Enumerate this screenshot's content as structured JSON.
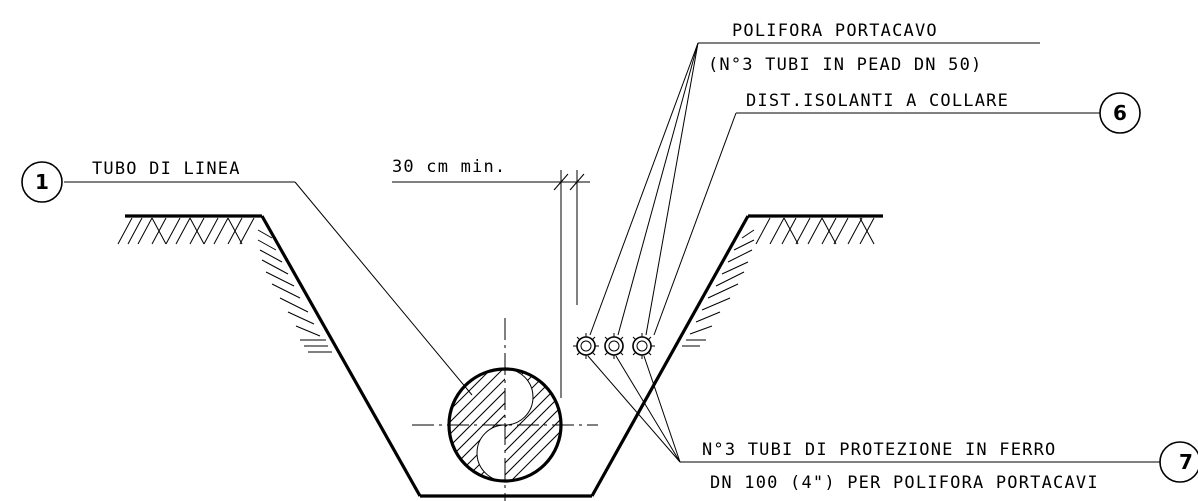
{
  "labels": {
    "conduit_title": "POLIFORA PORTACAVO",
    "conduit_detail": "(N°3 TUBI IN PEAD DN 50)",
    "insulators": "DIST.ISOLANTI A COLLARE",
    "line_pipe": "TUBO DI LINEA",
    "min_distance": "30 cm min.",
    "protection_line1": "N°3 TUBI DI PROTEZIONE IN FERRO",
    "protection_line2": "DN 100 (4\") PER POLIFORA PORTACAVI"
  },
  "callouts": {
    "line_pipe": "1",
    "insulators": "6",
    "protection": "7"
  }
}
